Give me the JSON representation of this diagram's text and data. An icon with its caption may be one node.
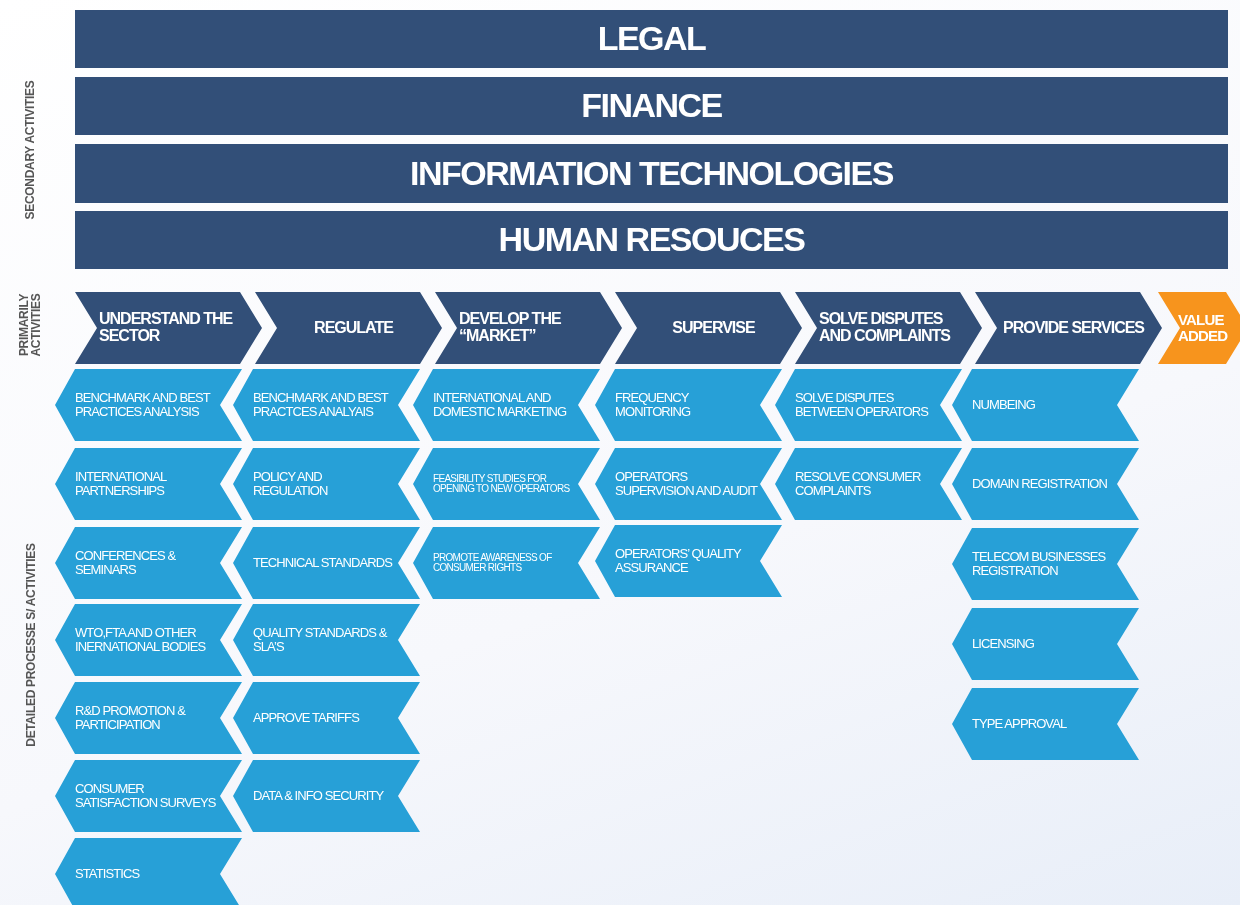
{
  "diagram": {
    "nodes": [
      {
        "text": [
          "LEGAL"
        ]
      },
      {
        "text": [
          "FINANCE"
        ]
      },
      {
        "text": [
          "INFORMATION TECHNOLOGIES"
        ]
      },
      {
        "text": [
          "HUMAN RESOUCES"
        ]
      },
      {
        "text": [
          "UNDERSTAND THE SECTOR"
        ]
      },
      {
        "text": [
          "REGULATE"
        ]
      },
      {
        "text": [
          "DEVELOP THE “MARKET”"
        ]
      },
      {
        "text": [
          "SUPERVISE"
        ]
      },
      {
        "text": [
          "SOLVE DISPUTES AND COMPLAINTS"
        ]
      },
      {
        "text": [
          "PROVIDE SERVICES"
        ]
      },
      {
        "text": [
          "VALUE ADDED"
        ]
      },
      {
        "text": [
          "BENCHMARK AND BEST PRACTICES ANALYSIS"
        ]
      },
      {
        "text": [
          "INTERNATIONAL PARTNERSHIPS"
        ]
      },
      {
        "text": [
          "CONFERENCES & SEMINARS"
        ]
      },
      {
        "text": [
          "WTO,FTA AND OTHER INERNATIONAL BODIES"
        ]
      },
      {
        "text": [
          "R&D PROMOTION & PARTICIPATION"
        ]
      },
      {
        "text": [
          "CONSUMER SATISFACTION SURVEYS"
        ]
      },
      {
        "text": [
          "STATISTICS"
        ]
      },
      {
        "text": [
          "BENCHMARK AND BEST PRACTCES ANALYAIS"
        ]
      },
      {
        "text": [
          "POLICY AND REGULATION"
        ]
      },
      {
        "text": [
          "TECHNICAL STANDARDS"
        ]
      },
      {
        "text": [
          "QUALITY STANDARDS & SLA’S"
        ]
      },
      {
        "text": [
          "APPROVE TARIFFS"
        ]
      },
      {
        "text": [
          "DATA & INFO SECURITY"
        ]
      },
      {
        "text": [
          "INTERNATIONAL AND DOMESTIC MARKETING"
        ]
      },
      {
        "text": [
          "FEASIBILITY STUDIES FOR OPENING TO NEW OPERATORS"
        ]
      },
      {
        "text": [
          "PROMOTE AWARENESS OF CONSUMER RIGHTS"
        ]
      },
      {
        "text": [
          "FREQUENCY MONITORING"
        ]
      },
      {
        "text": [
          "OPERATORS SUPERVISION AND AUDIT"
        ]
      },
      {
        "text": [
          "OPERATORS’ QUALITY ASSURANCE"
        ]
      },
      {
        "text": [
          "SOLVE DISPUTES BETWEEN OPERATORS"
        ]
      },
      {
        "text": [
          "RESOLVE CONSUMER COMPLAINTS"
        ]
      },
      {
        "text": [
          "NUMBEING"
        ]
      },
      {
        "text": [
          "DOMAIN REGISTRATION"
        ]
      },
      {
        "text": [
          "TELECOM BUSINESSES REGISTRATION"
        ]
      },
      {
        "text": [
          "LICENSING"
        ]
      },
      {
        "text": [
          "TYPE APPROVAL"
        ]
      }
    ],
    "labels": [
      "SECONDARY ACTIVITIES",
      "PRIMARILY ACTIVITIES",
      "DETAILED PROCESSE S/ ACTIVITIES"
    ]
  }
}
